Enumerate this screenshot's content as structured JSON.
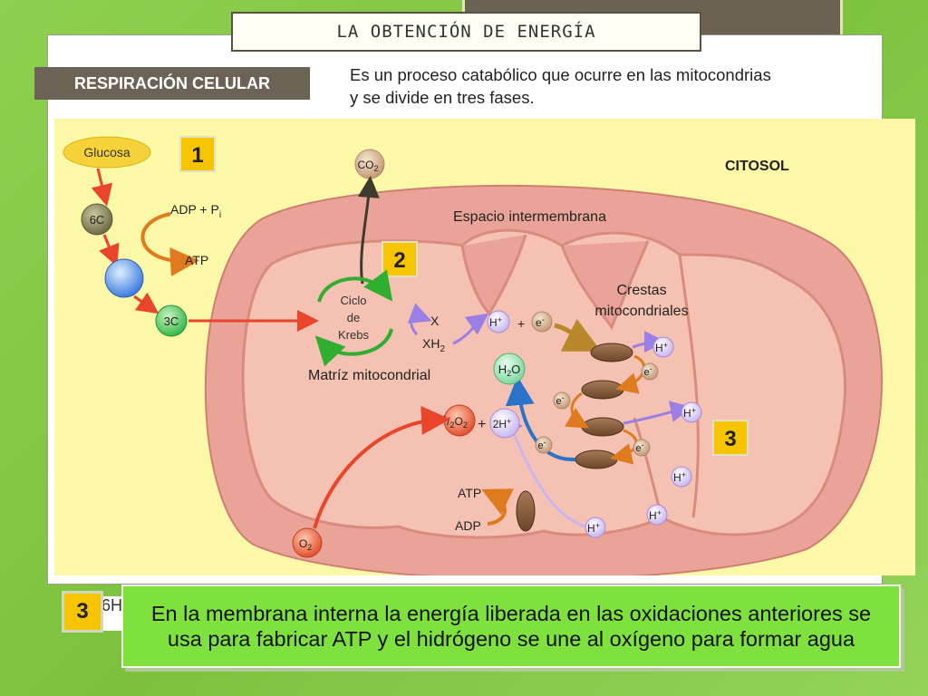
{
  "title": "LA OBTENCIÓN DE ENERGÍA",
  "section_label": "RESPIRACIÓN CELULAR",
  "intro": "Es un proceso catabólico que ocurre en las mitocondrias y se divide en tres fases.",
  "diagram": {
    "glucosa": "Glucosa",
    "c6": "6C",
    "c3": "3C",
    "adp_pi": "ADP + P",
    "pi_sub": "i",
    "atp": "ATP",
    "adp": "ADP",
    "co2": "CO",
    "o2": "O",
    "sub2": "2",
    "citosol": "CITOSOL",
    "espacio": "Espacio intermembrana",
    "crestas_1": "Crestas",
    "crestas_2": "mitocondriales",
    "ciclo_1": "Ciclo",
    "ciclo_2": "de",
    "ciclo_3": "Krebs",
    "matriz": "Matríz mitocondrial",
    "x": "X",
    "xh2": "XH",
    "hplus": "H",
    "plus_sign": "+",
    "minus_sign": "-",
    "e": "e",
    "h2o_h": "H",
    "h2o_o": "O",
    "half_1": "1",
    "half_slash": "/",
    "two_h": "2H",
    "phase_1": "1",
    "phase_2": "2",
    "phase_3": "3"
  },
  "bottom": {
    "number": "3",
    "behind_text": "6H",
    "text": "En la membrana interna la energía liberada en las oxidaciones anteriores se usa para fabricar ATP y el hidrógeno se une al oxígeno para formar agua"
  },
  "colors": {
    "background_green": "#8fcf4f",
    "diagram_yellow": "#fbf8a8",
    "label_box": "#6c6357",
    "phase_badge": "#f7c400",
    "bottom_box": "#7fe13d",
    "outer_membrane": "#e9a497",
    "matrix": "#f4c1b2"
  }
}
